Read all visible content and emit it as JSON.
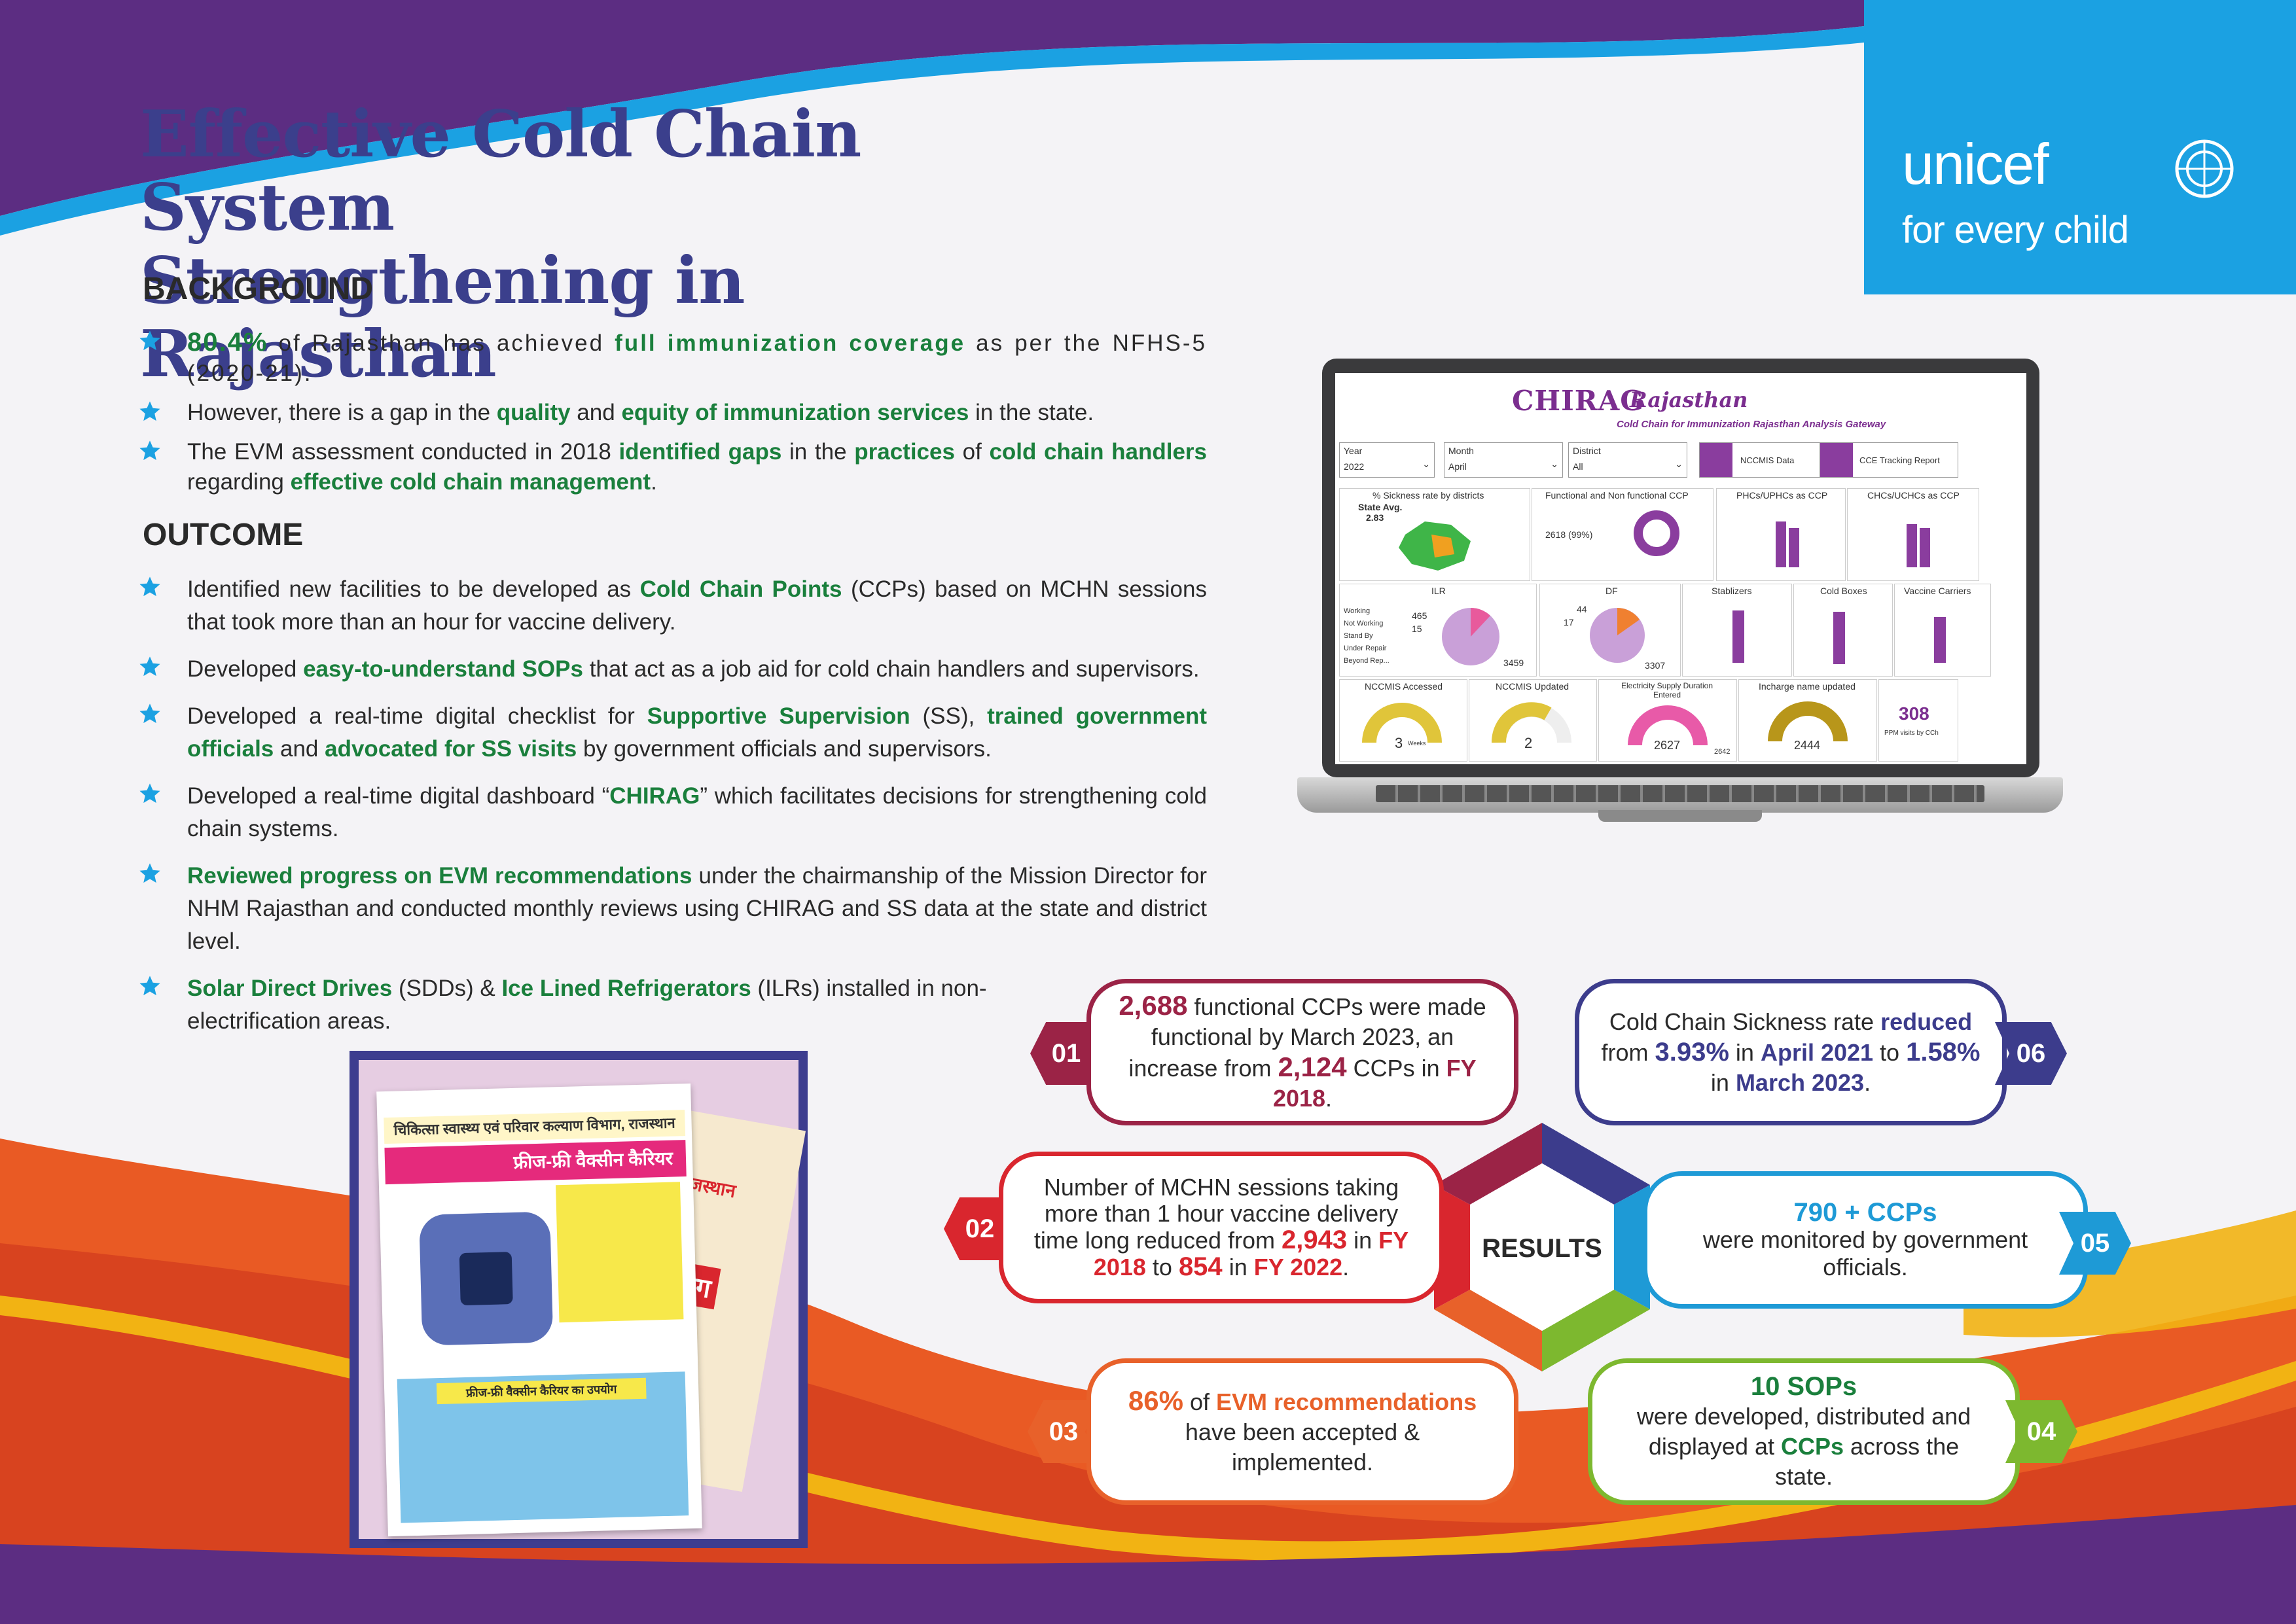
{
  "title": {
    "line1": "Effective Cold Chain System",
    "line2": "Strengthening in Rajasthan"
  },
  "brand": {
    "word": "unicef",
    "tagline": "for every child",
    "blue": "#1ba1e2",
    "purple": "#5c2d82"
  },
  "background": {
    "heading": "BACKGROUND",
    "b1": {
      "a": "80.4%",
      "b": " of Rajasthan has achieved ",
      "c": "full immunization coverage",
      "d": " as per the NFHS-5 (2020-21)."
    },
    "b2": {
      "a": "However, there is a gap in the ",
      "b": "quality",
      "c": " and ",
      "d": "equity of immunization services",
      "e": " in the state."
    },
    "b3": {
      "a": "The EVM assessment conducted in 2018 ",
      "b": "identified gaps",
      "c": " in the ",
      "d": "practices",
      "e": " of ",
      "f": "cold chain handlers",
      "g": " regarding ",
      "h": "effective cold chain management",
      "i": "."
    }
  },
  "outcome": {
    "heading": "OUTCOME",
    "o1": {
      "a": "Identified new facilities to be developed as ",
      "b": "Cold Chain Points",
      "c": " (CCPs) based on MCHN sessions that took more than an hour for vaccine delivery."
    },
    "o2": {
      "a": "Developed ",
      "b": "easy-to-understand SOPs",
      "c": " that act as a job aid for cold chain handlers and supervisors."
    },
    "o3": {
      "a": "Developed a real-time digital checklist for ",
      "b": "Supportive Supervision",
      "c": " (SS), ",
      "d": "trained government officials",
      "e": " and ",
      "f": "advocated for SS visits",
      "g": " by government officials and supervisors."
    },
    "o4": {
      "a": "Developed a real-time digital dashboard “",
      "b": "CHIRAG",
      "c": "” which facilitates decisions for strengthening cold chain systems."
    },
    "o5": {
      "a": "Reviewed progress on EVM recommendations",
      "b": " under the chairmanship of the Mission Director for NHM Rajasthan and conducted monthly reviews using CHIRAG and SS data at the state and district level."
    },
    "o6": {
      "a": "Solar Direct Drives",
      "b": " (SDDs) & ",
      "c": "Ice Lined Refrigerators",
      "d": " (ILRs) installed in non-electrification areas."
    }
  },
  "dashboard": {
    "logo": "CHIRAG",
    "region": "Rajasthan",
    "subtitle": "Cold Chain for Immunization Rajasthan Analysis Gateway",
    "year_label": "Year",
    "year": "2022",
    "month_label": "Month",
    "month": "April",
    "district_label": "District",
    "district": "All",
    "btn1": "NCCMIS Data",
    "btn2": "CCE Tracking Report",
    "p1": "% Sickness rate by districts",
    "p1_avg": "State Avg.",
    "p1_val": "2.83",
    "p2": "Functional and Non functional CCP",
    "p2_val": "2618 (99%)",
    "p3": "PHCs/UPHCs as CCP",
    "p4": "CHCs/UCHCs as CCP",
    "ilr": "ILR",
    "ilr_legend": [
      "Working",
      "Not Working",
      "Stand By",
      "Under Repair",
      "Beyond Rep..."
    ],
    "ilr_a": "465",
    "ilr_b": "15",
    "ilr_c": "3459",
    "df": "DF",
    "df_a": "44",
    "df_b": "17",
    "df_c": "3307",
    "stab": "Stablizers",
    "boxes": "Cold Boxes",
    "carriers": "Vaccine Carriers",
    "g1": "NCCMIS Accessed",
    "g1v": "3",
    "g1u": "Weeks",
    "g2": "NCCMIS Updated",
    "g2v": "2",
    "g3": "Electricity Supply Duration Entered",
    "g3v": "2627",
    "g3m": "2642",
    "g4": "Incharge name updated",
    "g4v": "2444",
    "g5v": "308",
    "g5t": "PPM visits by CCh"
  },
  "poster": {
    "header": "चिकित्सा स्वास्थ्य एवं परिवार कल्याण विभाग, राजस्थान",
    "title": "फ्रीज-फ्री वैक्सीन कैरियर",
    "bottom": "फ्रीज-फ्री वैक्सीन कैरियर का उपयोग",
    "side1": "राजस्थान",
    "side2": "प्रयोग"
  },
  "results": {
    "center": "RESULTS",
    "r1": {
      "n": "01",
      "a": "2,688",
      "b": " functional CCPs were made functional by March 2023, an increase from ",
      "c": "2,124",
      "d": " CCPs in ",
      "e": "FY 2018",
      "f": "."
    },
    "r2": {
      "n": "02",
      "a": "Number of MCHN sessions taking more than 1 hour vaccine delivery time long reduced from ",
      "b": "2,943",
      "c": " in ",
      "d": "FY 2018",
      "e": " to ",
      "f": "854",
      "g": " in ",
      "h": "FY 2022",
      "i": "."
    },
    "r3": {
      "n": "03",
      "a": "86%",
      "b": " of ",
      "c": "EVM recommendations",
      "d": " have been accepted & implemented."
    },
    "r4": {
      "n": "04",
      "a": "10 SOPs",
      "b": " were developed, distributed and displayed at ",
      "c": "CCPs",
      "d": " across the state."
    },
    "r5": {
      "n": "05",
      "a": "790 +  CCPs",
      "b": " were monitored by government officials."
    },
    "r6": {
      "n": "06",
      "a": "Cold Chain Sickness rate ",
      "b": "reduced",
      "c": " from ",
      "d": "3.93%",
      "e": " in ",
      "f": "April 2021",
      "g": " to ",
      "h": "1.58%",
      "i": " in ",
      "j": "March 2023",
      "k": "."
    }
  },
  "colors": {
    "c1": "#9b2346",
    "c2": "#d9262e",
    "c3": "#e8612a",
    "c4": "#7db82f",
    "c5": "#1e9ad6",
    "c6": "#3c3c8c"
  }
}
